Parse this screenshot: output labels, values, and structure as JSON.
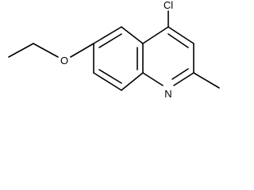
{
  "molecule": {
    "atom_labels": {
      "chlorine": "Cl",
      "oxygen": "O",
      "nitrogen": "N"
    }
  }
}
